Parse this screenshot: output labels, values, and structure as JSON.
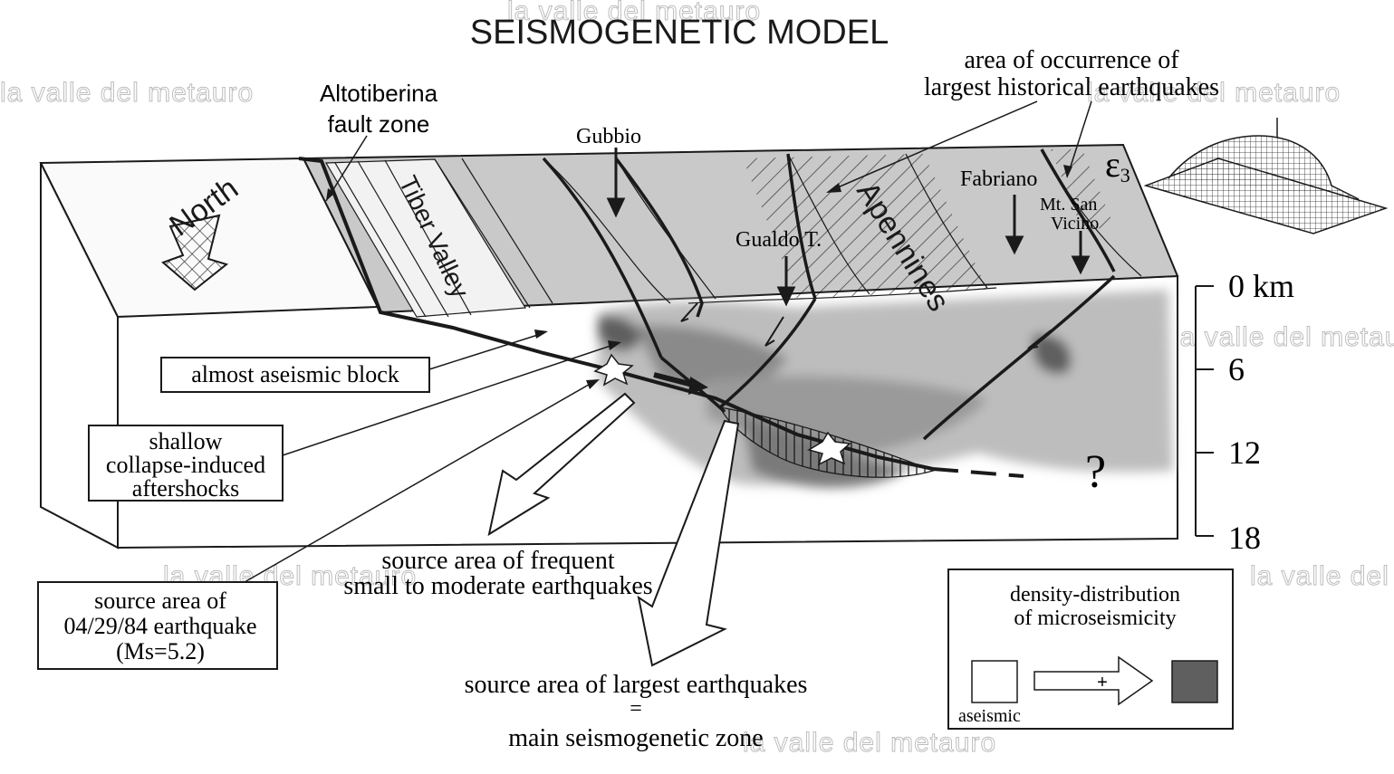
{
  "title": "SEISMOGENETIC MODEL",
  "watermark": "la valle del metauro",
  "labels": {
    "altotiberina": [
      "Altotiberina",
      "fault zone"
    ],
    "north": "North",
    "tiber_valley": "Tiber Valley",
    "gubbio": "Gubbio",
    "gualdo": "Gualdo T.",
    "apennines": "Apennines",
    "fabriano": "Fabriano",
    "san_vicino": [
      "Mt. San",
      "Vicino"
    ],
    "epsilon": "ε",
    "epsilon_sub": "3",
    "question": "?",
    "historical": [
      "area of occurrence of",
      "largest historical earthquakes"
    ],
    "aseismic_block": "almost aseismic block",
    "shallow": [
      "shallow",
      "collapse-induced",
      "aftershocks"
    ],
    "source_1984": [
      "source area of",
      "04/29/84 earthquake",
      "(Ms=5.2)"
    ],
    "frequent": [
      "source area of frequent",
      "small to moderate earthquakes"
    ],
    "largest": [
      "source area of largest earthquakes",
      "=",
      "main seismogenetic zone"
    ]
  },
  "depth_scale": {
    "unit": "km",
    "ticks": [
      "0 km",
      "6",
      "12",
      "18"
    ]
  },
  "legend": {
    "title": [
      "density-distribution",
      "of microseismicity"
    ],
    "low_label": "aseismic",
    "plus": "+"
  },
  "colors": {
    "ink": "#1a1a1a",
    "dense_seismicity": "#5f5f5f",
    "mid_seismicity": "#9a9a9a",
    "light_seismicity": "#cfcfcf"
  }
}
